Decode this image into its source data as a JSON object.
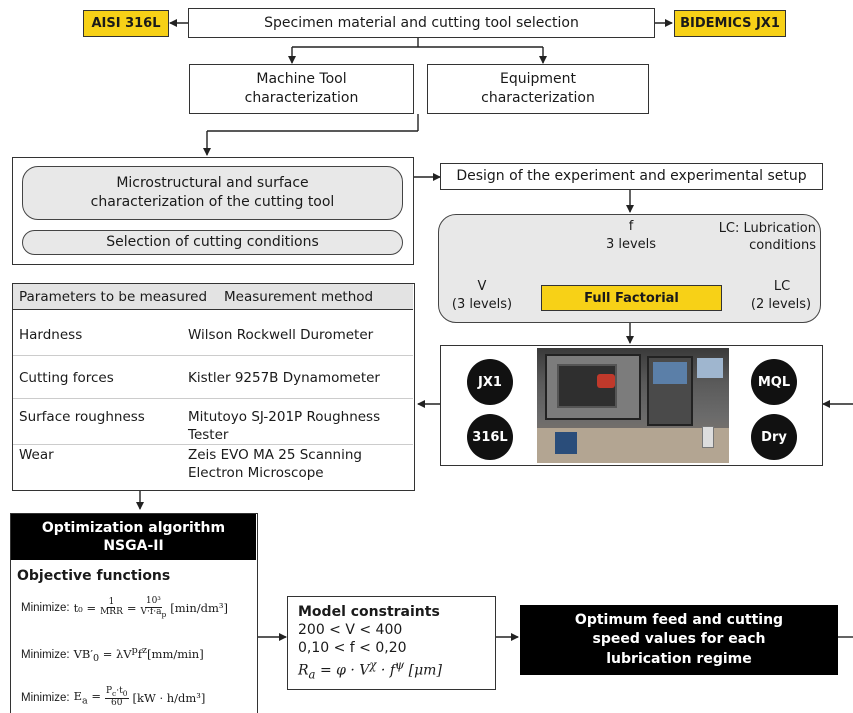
{
  "top": {
    "selection": "Specimen material and cutting tool selection",
    "material": "AISI 316L",
    "tool": "BIDEMICS JX1"
  },
  "characterization": {
    "machine_tool": "Machine Tool characterization",
    "equipment": "Equipment characterization"
  },
  "left_block": {
    "microstructural": "Microstructural and surface characterization of the cutting tool",
    "cutting_conditions": "Selection of cutting conditions"
  },
  "design": {
    "title": "Design of the experiment and experimental setup",
    "f_label": "f",
    "f_levels": "3 levels",
    "lc_note": "LC: Lubrication conditions",
    "v_label": "V",
    "v_levels": "(3 levels)",
    "lc_label": "LC",
    "lc_levels": "(2 levels)",
    "full_factorial": "Full Factorial"
  },
  "setup": {
    "tool_jx1": "JX1",
    "mat_316l": "316L",
    "mql": "MQL",
    "dry": "Dry"
  },
  "measurements": {
    "header_param": "Parameters to be measured",
    "header_method": "Measurement method",
    "rows": [
      {
        "param": "Hardness",
        "method": "Wilson Rockwell Durometer"
      },
      {
        "param": "Cutting forces",
        "method": "Kistler 9257B Dynamometer"
      },
      {
        "param": "Surface roughness",
        "method": "Mitutoyo SJ-201P Roughness Tester"
      },
      {
        "param": "Wear",
        "method": "Zeis EVO MA 25 Scanning Electron Microscope"
      }
    ]
  },
  "optimization": {
    "title_line1": "Optimization algorithm",
    "title_line2": "NSGA-II",
    "objective_title": "Objective functions",
    "minimize": "Minimize:",
    "eq1_lhs": "t₀ =",
    "eq1_unit": "[min/dm³]",
    "eq2": "VB′₀ = λV^p f^z [mm/min]",
    "eq3_unit": "[kW · h/dm³]"
  },
  "constraints": {
    "title": "Model constraints",
    "c1": "200 < V < 400",
    "c2": "0,10 < f < 0,20",
    "c3": "Rₐ = φ · V^χ · f^ψ [μm]"
  },
  "result": {
    "text": "Optimum feed and cutting speed values for each lubrication regime"
  }
}
